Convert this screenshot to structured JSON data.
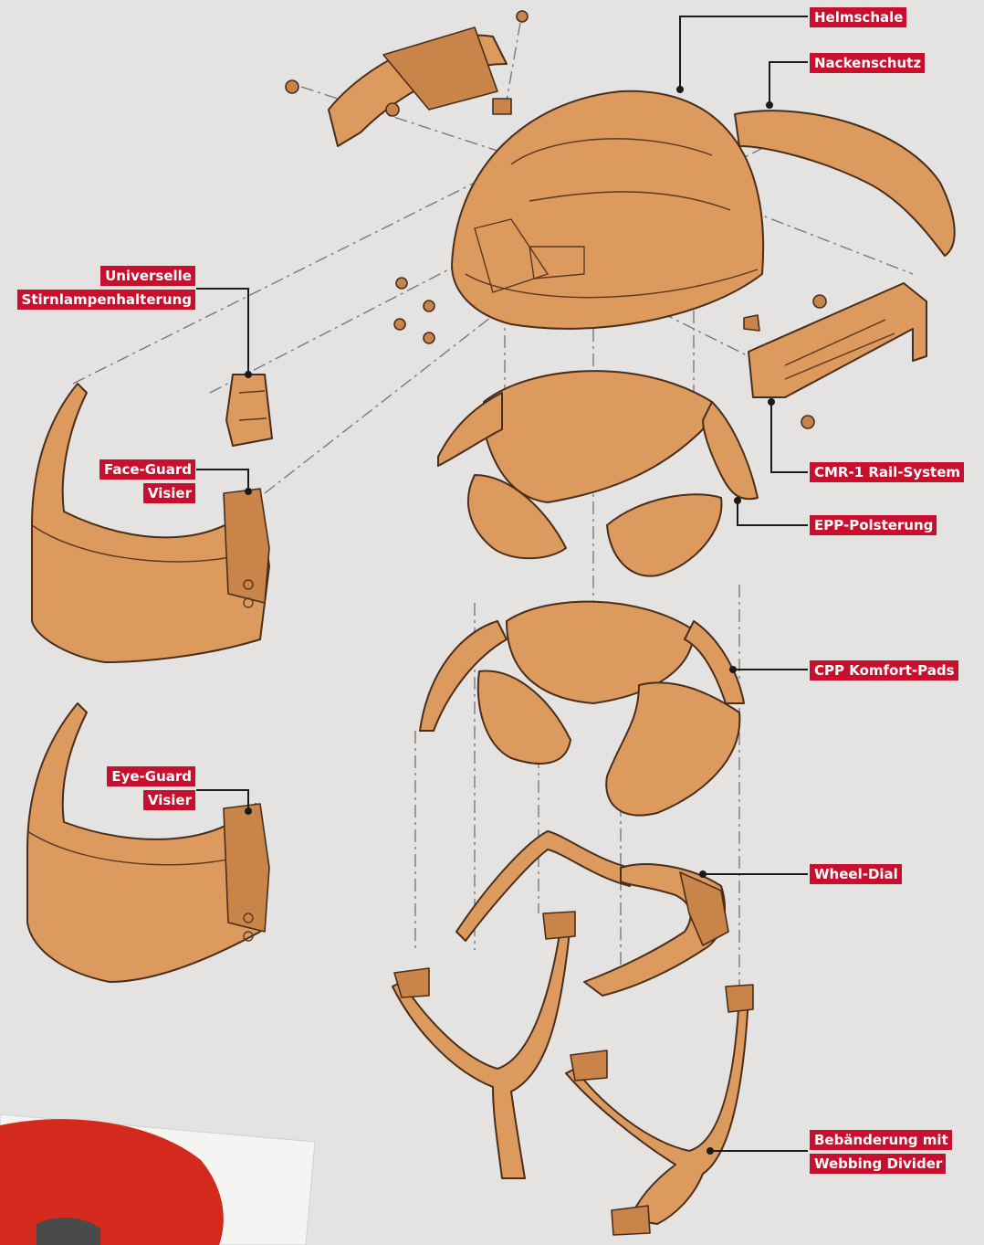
{
  "labels": {
    "helmschale": [
      "Helmschale"
    ],
    "nackenschutz": [
      "Nackenschutz"
    ],
    "stirnlampe": [
      "Universelle",
      "Stirnlampenhalterung"
    ],
    "face_guard": [
      "Face-Guard",
      "Visier"
    ],
    "cmr_rail": [
      "CMR-1 Rail-System"
    ],
    "epp": [
      "EPP-Polsterung"
    ],
    "cpp": [
      "CPP Komfort-Pads"
    ],
    "eye_guard": [
      "Eye-Guard",
      "Visier"
    ],
    "wheel_dial": [
      "Wheel-Dial"
    ],
    "webbing": [
      "Bebänderung mit",
      "Webbing Divider"
    ]
  },
  "colors": {
    "label_bg": "#c8102e",
    "label_text": "#ffffff",
    "part_fill": "#dc9a5f",
    "background": "#e4e3e1"
  }
}
